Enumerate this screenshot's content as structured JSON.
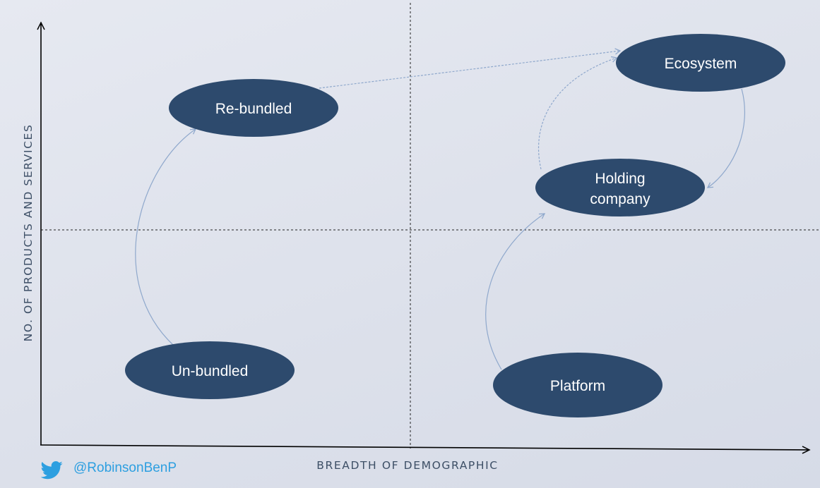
{
  "axes": {
    "x_label": "BREADTH OF DEMOGRAPHIC",
    "y_label": "NO. OF PRODUCTS AND SERVICES"
  },
  "nodes": {
    "ecosystem": "Ecosystem",
    "rebundled": "Re-bundled",
    "holding_line1": "Holding",
    "holding_line2": "company",
    "unbundled": "Un-bundled",
    "platform": "Platform"
  },
  "footer": {
    "icon": "twitter-bird-icon",
    "handle": "@RobinsonBenP"
  },
  "colors": {
    "node_fill": "#2d4a6d",
    "arrow": "#8fa8cc",
    "axis": "#000000",
    "twitter": "#2d9fe0"
  }
}
